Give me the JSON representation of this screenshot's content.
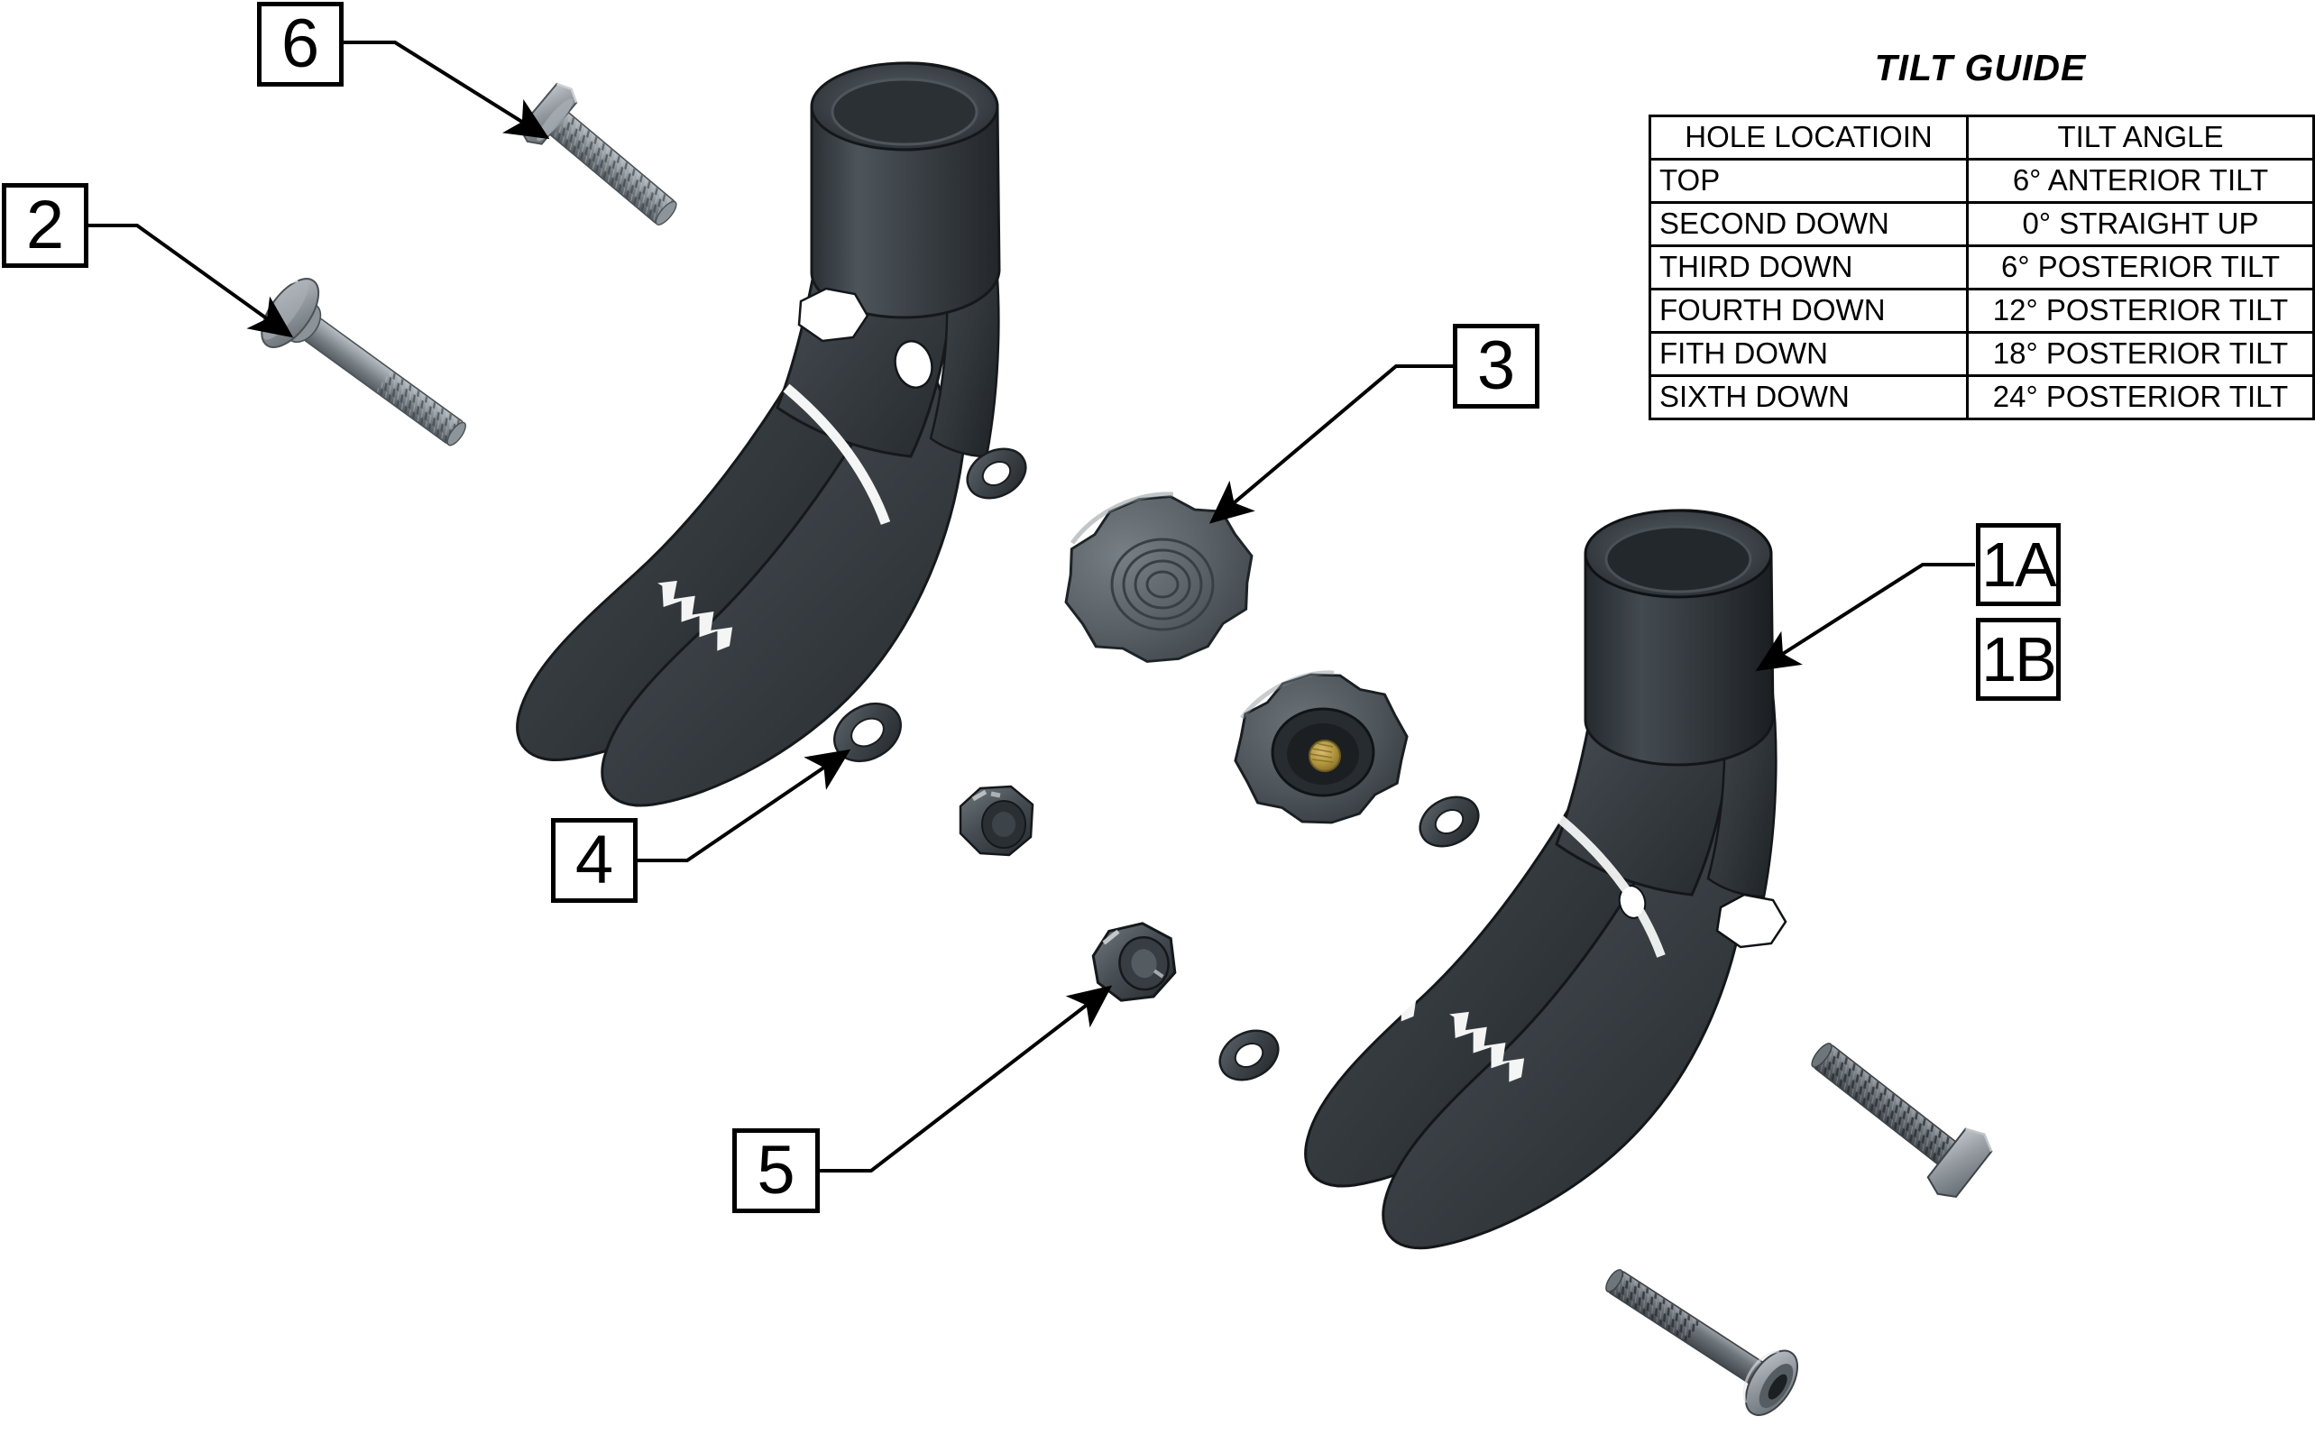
{
  "document": {
    "type": "exploded-parts-diagram",
    "background_color": "#ffffff"
  },
  "tilt_guide": {
    "title": "TILT GUIDE",
    "columns": [
      "HOLE LOCATIOIN",
      "TILT ANGLE"
    ],
    "rows": [
      {
        "location": "TOP",
        "angle": "6° ANTERIOR TILT"
      },
      {
        "location": "SECOND DOWN",
        "angle": "0° STRAIGHT UP"
      },
      {
        "location": "THIRD DOWN",
        "angle": "6° POSTERIOR TILT"
      },
      {
        "location": "FOURTH DOWN",
        "angle": "12° POSTERIOR TILT"
      },
      {
        "location": "FITH DOWN",
        "angle": "18° POSTERIOR TILT"
      },
      {
        "location": "SIXTH DOWN",
        "angle": "24° POSTERIOR TILT"
      }
    ]
  },
  "callouts": [
    {
      "id": "callout-6",
      "label": "6"
    },
    {
      "id": "callout-2",
      "label": "2"
    },
    {
      "id": "callout-3",
      "label": "3"
    },
    {
      "id": "callout-4",
      "label": "4"
    },
    {
      "id": "callout-5",
      "label": "5"
    },
    {
      "id": "callout-1a",
      "label": "1A"
    },
    {
      "id": "callout-1b",
      "label": "1B"
    }
  ],
  "parts": [
    {
      "id": "part-bracket-left",
      "name": "tilt-bracket-left",
      "callout": "",
      "color": "#3c4247"
    },
    {
      "id": "part-bracket-right",
      "name": "tilt-bracket-right",
      "callout": "1A",
      "color": "#32383c"
    },
    {
      "id": "part-hex-flange-bolt",
      "name": "hex-flange-bolt",
      "callout": "6",
      "color": "#8e9398"
    },
    {
      "id": "part-round-head-bolt",
      "name": "round-head-shoulder-bolt",
      "callout": "2",
      "color": "#8e9398"
    },
    {
      "id": "part-knob-front",
      "name": "star-knob-front",
      "callout": "3",
      "color": "#555f64"
    },
    {
      "id": "part-knob-back",
      "name": "star-knob-back",
      "callout": "",
      "color": "#4a5257"
    },
    {
      "id": "part-washer-1",
      "name": "flat-washer",
      "callout": "",
      "color": "#3f464b"
    },
    {
      "id": "part-washer-2",
      "name": "flat-washer",
      "callout": "4",
      "color": "#3f464b"
    },
    {
      "id": "part-washer-3",
      "name": "flat-washer",
      "callout": "",
      "color": "#3f464b"
    },
    {
      "id": "part-washer-4",
      "name": "flat-washer",
      "callout": "",
      "color": "#3f464b"
    },
    {
      "id": "part-lock-nut-small",
      "name": "lock-nut",
      "callout": "",
      "color": "#2e3337"
    },
    {
      "id": "part-hex-nut",
      "name": "hex-nut",
      "callout": "5",
      "color": "#474e53"
    },
    {
      "id": "part-hex-bolt-right",
      "name": "hex-head-bolt",
      "callout": "",
      "color": "#7e848a"
    },
    {
      "id": "part-socket-bolt-bottom",
      "name": "socket-head-bolt",
      "callout": "",
      "color": "#7e848a"
    }
  ],
  "colors": {
    "line": "#000000",
    "metal_light": "#9aa0a5",
    "metal_mid": "#6d7479",
    "metal_dark": "#3a4045",
    "plastic_knob": "#5a6268",
    "brass": "#b79a4a"
  }
}
